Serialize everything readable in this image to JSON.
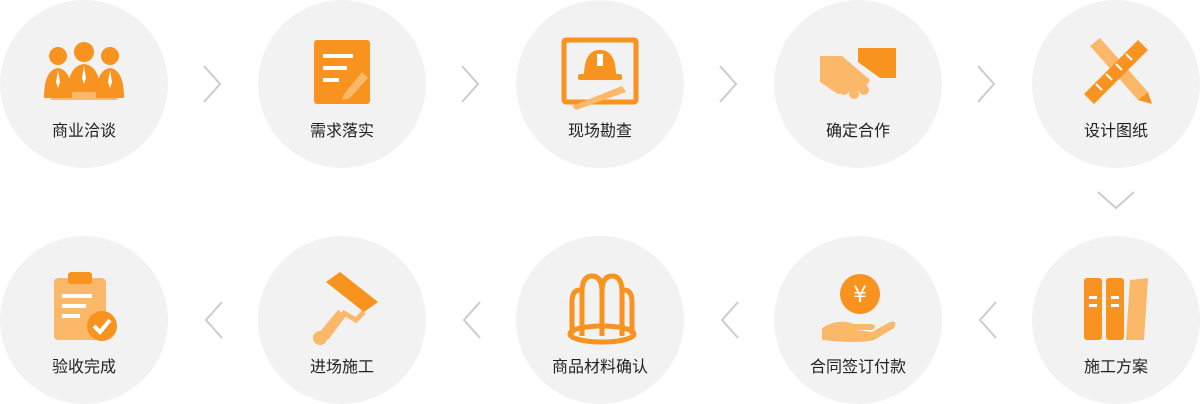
{
  "colors": {
    "accent": "#f7931e",
    "accent_light": "#fbb869",
    "circle_bg": "#f2f2f2",
    "arrow": "#cccccc"
  },
  "steps": [
    {
      "label": "商业洽谈",
      "icon": "meeting-people-icon"
    },
    {
      "label": "需求落实",
      "icon": "document-edit-icon"
    },
    {
      "label": "现场勘查",
      "icon": "hardhat-blueprint-icon"
    },
    {
      "label": "确定合作",
      "icon": "handshake-icon"
    },
    {
      "label": "设计图纸",
      "icon": "ruler-pencil-icon"
    },
    {
      "label": "施工方案",
      "icon": "binders-icon"
    },
    {
      "label": "合同签订付款",
      "icon": "yen-coin-hand-icon"
    },
    {
      "label": "商品材料确认",
      "icon": "material-rolls-icon"
    },
    {
      "label": "进场施工",
      "icon": "paint-roller-icon"
    },
    {
      "label": "验收完成",
      "icon": "clipboard-check-icon"
    }
  ]
}
